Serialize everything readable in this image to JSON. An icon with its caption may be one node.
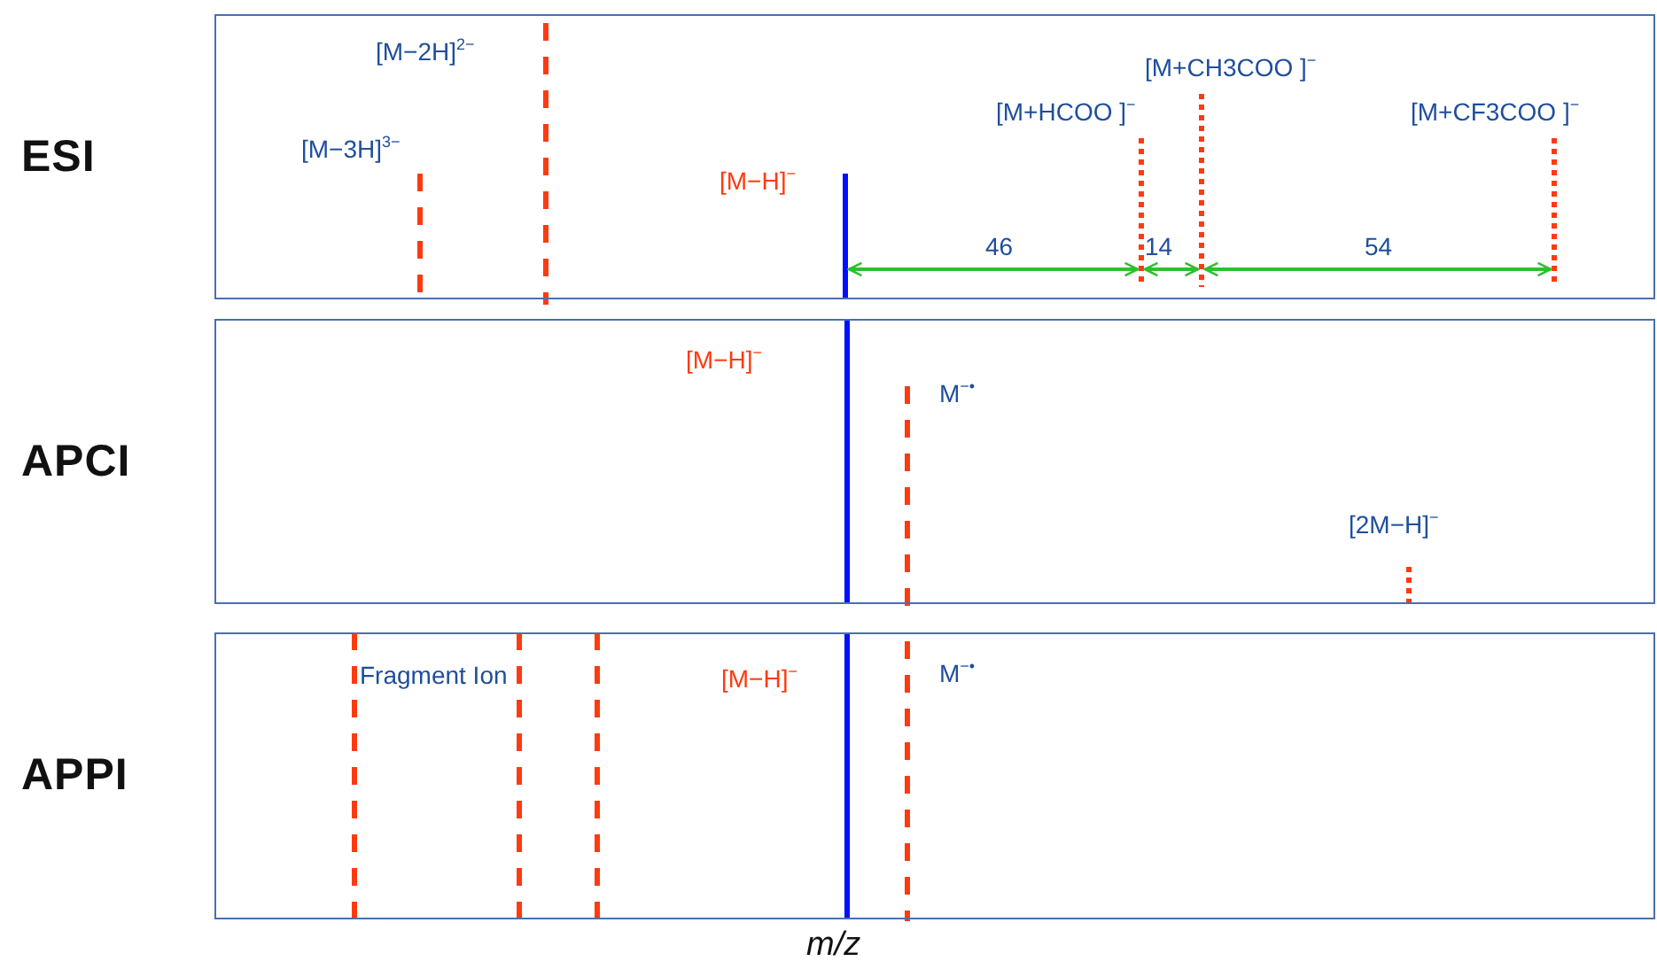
{
  "diagram": {
    "nodes": [
      {
        "text": [
          "ESI"
        ]
      },
      {
        "text": [
          "APCI"
        ]
      },
      {
        "text": [
          "APPI"
        ]
      }
    ],
    "labels": [
      "[M−2H]$^{2−}$",
      "[M+CH3COO ]$^{−}$",
      "[M+HCOO ]$^{−}$",
      "[M+CF3COO ]$^{−}$",
      "[M−3H]$^{3−}$",
      "[M−H]$^{−}$",
      "46",
      "14",
      "54",
      "[M−H]$^{−}$",
      "M$^{−•}$",
      "[2M−H]$^{−}$",
      "Fragment Ion",
      "[M−H]$^{−}$",
      "M$^{−•}$",
      "m/z"
    ]
  }
}
